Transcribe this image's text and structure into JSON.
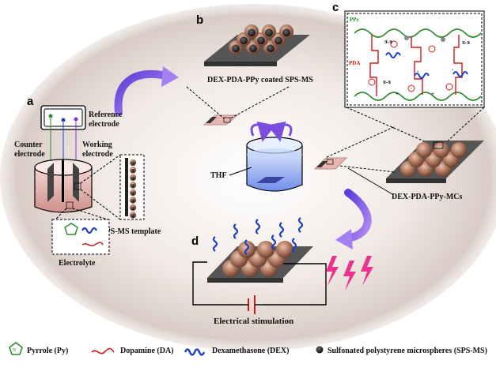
{
  "panels": {
    "a": "a",
    "b": "b",
    "c": "c",
    "d": "d"
  },
  "labels": {
    "coated": "DEX-PDA-PPy coated SPS-MS",
    "reference": "Reference",
    "electrode": "electrode",
    "counter": "Counter",
    "working": "Working",
    "template": "SPS-MS template",
    "electrolyte": "Electrolyte",
    "thf": "THF",
    "mcs": "DEX-PDA-PPy-MCs",
    "stimulation": "Electrical stimulation",
    "ppy": "PPy",
    "pda": "PDA",
    "pipi": "π-π",
    "minus": "-",
    "plus": "+"
  },
  "legend": {
    "pyrrole": "Pyrrole (Py)",
    "dopamine": "Dopamine (DA)",
    "dex": "Dexamethasone (DEX)",
    "sps": "Sulfonated polystyrene microspheres (SPS-MS)"
  },
  "colors": {
    "ppy": "#2e8b2e",
    "pda": "#d11a1a",
    "dex": "#1f3fc4",
    "arrow": "#7b4ee0",
    "bolt": "#e8338f",
    "sphere": "#9a6a55"
  },
  "icons": [
    "pyrrole-icon",
    "dopamine-icon",
    "dexamethasone-icon",
    "sps-sphere-icon",
    "lightning-icon",
    "battery-icon"
  ]
}
